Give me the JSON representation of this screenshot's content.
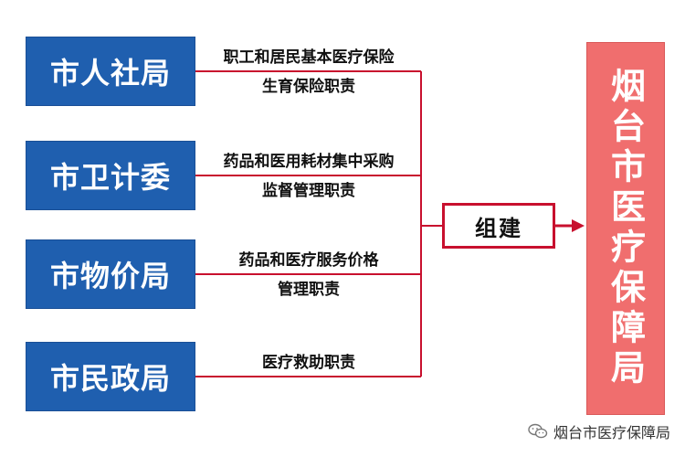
{
  "sources": [
    {
      "name": "市人社局",
      "duty_lines": [
        "职工和居民基本医疗保险",
        "生育保险职责"
      ]
    },
    {
      "name": "市卫计委",
      "duty_lines": [
        "药品和医用耗材集中采购",
        "监督管理职责"
      ]
    },
    {
      "name": "市物价局",
      "duty_lines": [
        "药品和医疗服务价格",
        "管理职责"
      ]
    },
    {
      "name": "市民政局",
      "duty_lines": [
        "医疗救助职责"
      ]
    }
  ],
  "center_label": "组建",
  "target_label": "烟台市医疗保障局",
  "watermark": "烟台市医疗保障局",
  "watermark_icon": "wechat-icon",
  "colors": {
    "source_box": "#1f5faf",
    "connector": "#c8102e",
    "target_box": "#f06e6e"
  }
}
